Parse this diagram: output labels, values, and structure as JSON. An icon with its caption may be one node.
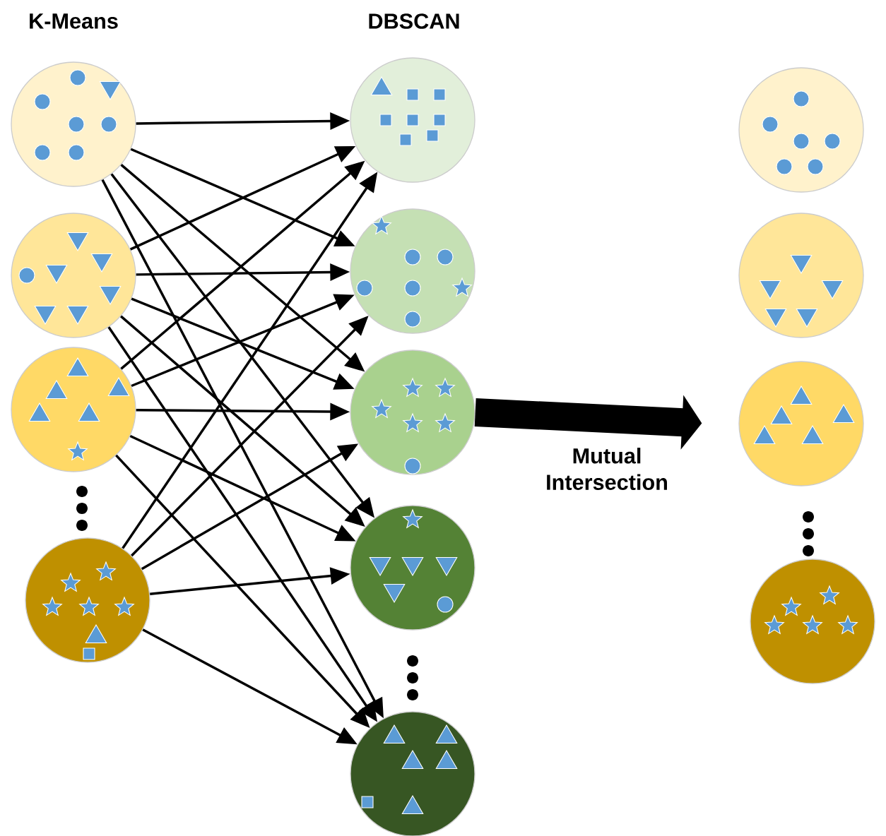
{
  "diagram": {
    "nodes": [
      {
        "text": [],
        "shape": "circle"
      },
      {
        "text": [],
        "shape": "circle"
      },
      {
        "text": [],
        "shape": "circle"
      },
      {
        "text": [],
        "shape": "circle"
      },
      {
        "text": [],
        "shape": "circle"
      },
      {
        "text": [],
        "shape": "circle"
      },
      {
        "text": [],
        "shape": "circle"
      },
      {
        "text": [],
        "shape": "circle"
      },
      {
        "text": [],
        "shape": "circle"
      },
      {
        "text": [],
        "shape": "circle"
      },
      {
        "text": [],
        "shape": "circle"
      },
      {
        "text": [],
        "shape": "circle"
      },
      {
        "text": [],
        "shape": "circle"
      }
    ],
    "edges": [
      {
        "from": 0,
        "to": 4,
        "arrow": "to"
      },
      {
        "from": 0,
        "to": 5,
        "arrow": "to"
      },
      {
        "from": 0,
        "to": 6,
        "arrow": "to"
      },
      {
        "from": 0,
        "to": 7,
        "arrow": "to"
      },
      {
        "from": 0,
        "to": 8,
        "arrow": "to"
      },
      {
        "from": 1,
        "to": 4,
        "arrow": "to"
      },
      {
        "from": 1,
        "to": 5,
        "arrow": "to"
      },
      {
        "from": 1,
        "to": 6,
        "arrow": "to"
      },
      {
        "from": 1,
        "to": 7,
        "arrow": "to"
      },
      {
        "from": 1,
        "to": 8,
        "arrow": "to"
      },
      {
        "from": 2,
        "to": 4,
        "arrow": "to"
      },
      {
        "from": 2,
        "to": 5,
        "arrow": "to"
      },
      {
        "from": 2,
        "to": 6,
        "arrow": "to"
      },
      {
        "from": 2,
        "to": 7,
        "arrow": "to"
      },
      {
        "from": 2,
        "to": 8,
        "arrow": "to"
      },
      {
        "from": 3,
        "to": 4,
        "arrow": "to"
      },
      {
        "from": 3,
        "to": 5,
        "arrow": "to"
      },
      {
        "from": 3,
        "to": 6,
        "arrow": "to"
      },
      {
        "from": 3,
        "to": 7,
        "arrow": "to"
      },
      {
        "from": 3,
        "to": 8,
        "arrow": "to"
      },
      {
        "from": 6,
        "to": 11,
        "arrow": "to",
        "label": "Mutual Intersection",
        "style": "thick"
      }
    ],
    "labels": [
      "K-Means",
      "DBSCAN"
    ]
  }
}
